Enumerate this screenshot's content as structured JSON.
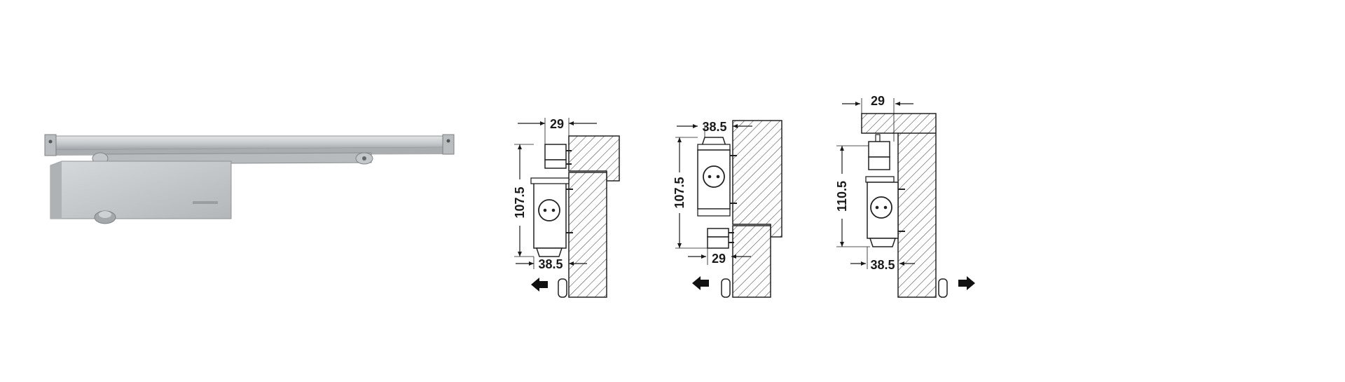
{
  "colors": {
    "background": "#ffffff",
    "ink": "#1a1a1a",
    "product_silver": "#c9ccce",
    "product_shadow": "#8e9295",
    "hatch": "#444444"
  },
  "product_photo": {
    "label": "door closer with slide rail",
    "icon": "door-closer-photo"
  },
  "figures": [
    {
      "name": "mounting-diagram-1",
      "dim_top": "29",
      "dim_vertical": "107.5",
      "dim_bottom": "38.5",
      "arrow_direction": "left"
    },
    {
      "name": "mounting-diagram-2",
      "dim_top": "38.5",
      "dim_vertical": "107.5",
      "dim_bottom": "29",
      "arrow_direction": "left"
    },
    {
      "name": "mounting-diagram-3",
      "dim_top": "29",
      "dim_vertical": "110.5",
      "dim_bottom": "38.5",
      "arrow_direction": "right"
    }
  ]
}
